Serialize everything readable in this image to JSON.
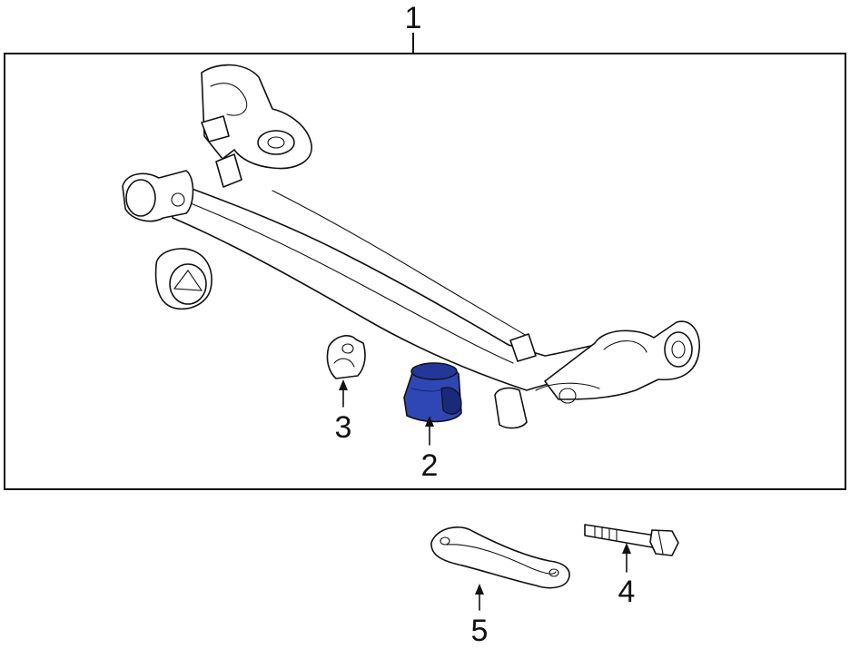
{
  "callouts": {
    "c1": "1",
    "c2": "2",
    "c3": "3",
    "c4": "4",
    "c5": "5"
  },
  "colors": {
    "highlight_part": "#2f47b5",
    "highlight_dark": "#1a2a7a",
    "line": "#111111",
    "background": "#ffffff"
  }
}
